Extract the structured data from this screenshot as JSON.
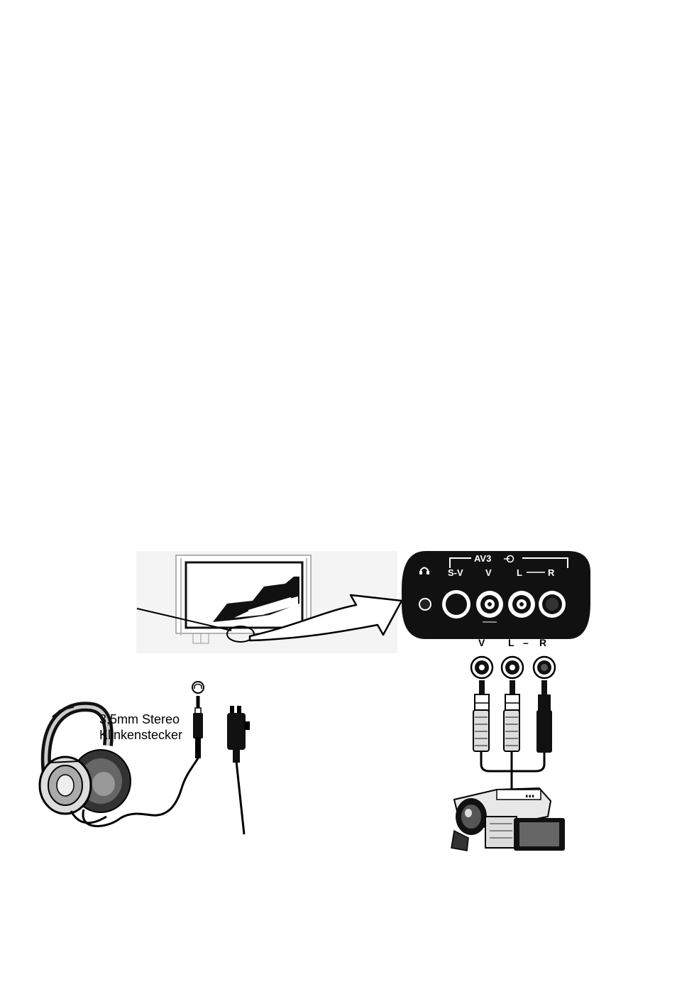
{
  "panel": {
    "group_label": "AV3",
    "headphone_icon": "headphones-icon",
    "port_labels": [
      "S-V",
      "V",
      "L",
      "R"
    ]
  },
  "cable_labels": {
    "v": "V",
    "l": "L",
    "dash": "–",
    "r": "R"
  },
  "headphone_plug": {
    "icon": "headphones-icon",
    "line1": "3,5mm Stereo",
    "line2": "Klinkenstecker"
  },
  "colors": {
    "ink": "#000000",
    "paper": "#ffffff",
    "panel": "#111111",
    "tv_bg": "#f2f2f2"
  }
}
